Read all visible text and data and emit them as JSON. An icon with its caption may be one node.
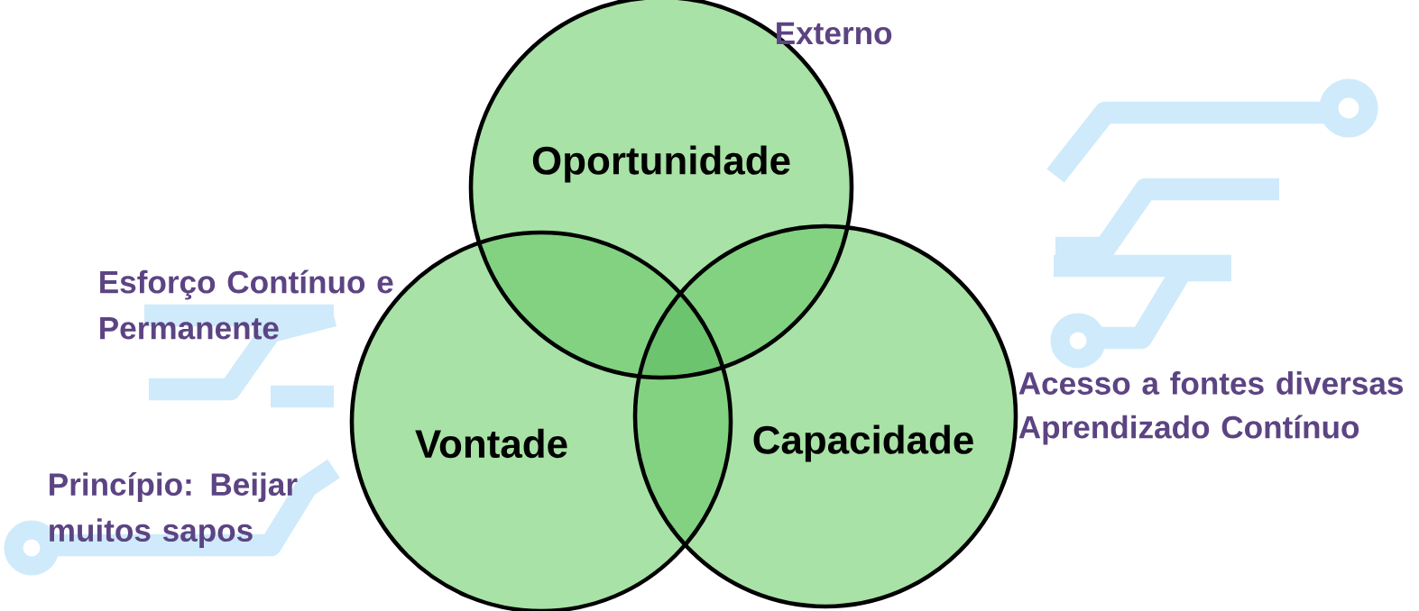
{
  "diagram": {
    "nodes": [
      {
        "text": [
          "Oportunidade"
        ],
        "beside": [
          "Externo"
        ]
      },
      {
        "text": [
          "Vontade"
        ],
        "beside": [
          "Esforço Contínuo e Permanente",
          "Princípio: Beijar muitos sapos"
        ]
      },
      {
        "text": [
          "Capacidade"
        ],
        "beside": [
          "Acesso a fontes diversas",
          "Aprendizado Contínuo"
        ]
      }
    ]
  }
}
